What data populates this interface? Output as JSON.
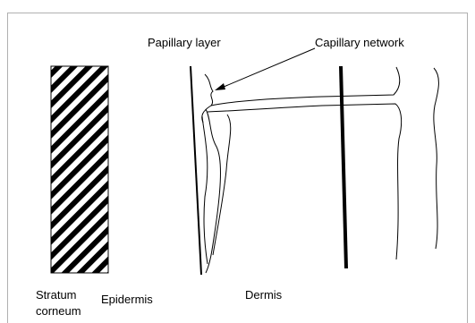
{
  "labels": {
    "papillary_layer": "Papillary layer",
    "capillary_network": "Capillary network",
    "stratum_line1": "Stratum",
    "stratum_line2": "corneum",
    "epidermis": "Epidermis",
    "dermis": "Dermis"
  },
  "colors": {
    "ink": "#000000",
    "frame": "#b0b0b0",
    "background": "#ffffff"
  }
}
